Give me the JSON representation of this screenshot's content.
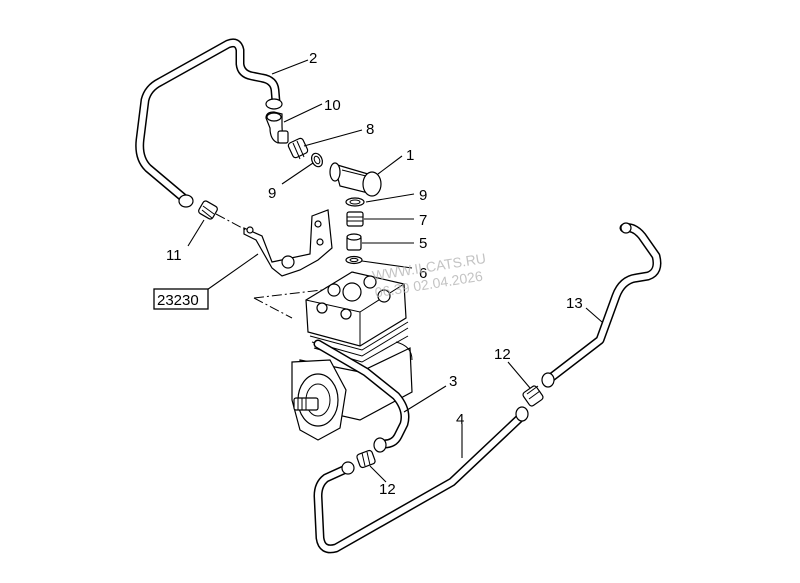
{
  "callouts": {
    "c1": "1",
    "c2": "2",
    "c3": "3",
    "c4": "4",
    "c5": "5",
    "c6": "6",
    "c7": "7",
    "c8": "8",
    "c9a": "9",
    "c9b": "9",
    "c10": "10",
    "c11": "11",
    "c12a": "12",
    "c12b": "12",
    "c13": "13"
  },
  "reference_box": "23230",
  "watermark": {
    "line1": "WWW.ILCATS.RU",
    "line2": "06.39 02.04.2026"
  }
}
